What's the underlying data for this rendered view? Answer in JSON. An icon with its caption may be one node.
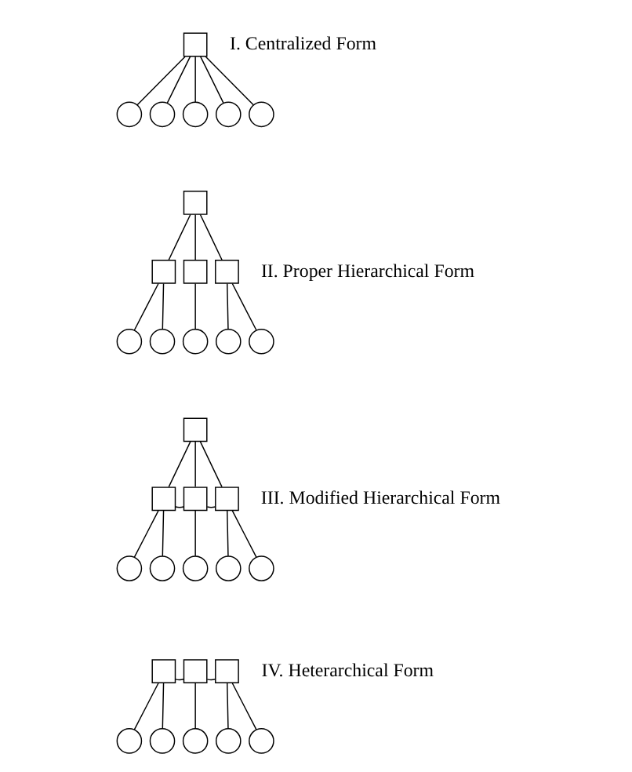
{
  "diagram": {
    "nodes": [
      {
        "text": [],
        "shape": "box"
      },
      {
        "text": [],
        "shape": "circle"
      },
      {
        "text": [],
        "shape": "circle"
      },
      {
        "text": [],
        "shape": "circle"
      },
      {
        "text": [],
        "shape": "circle"
      },
      {
        "text": [],
        "shape": "circle"
      },
      {
        "text": [],
        "shape": "box"
      },
      {
        "text": [],
        "shape": "box"
      },
      {
        "text": [],
        "shape": "box"
      },
      {
        "text": [],
        "shape": "box"
      },
      {
        "text": [],
        "shape": "circle"
      },
      {
        "text": [],
        "shape": "circle"
      },
      {
        "text": [],
        "shape": "circle"
      },
      {
        "text": [],
        "shape": "circle"
      },
      {
        "text": [],
        "shape": "circle"
      },
      {
        "text": [],
        "shape": "box"
      },
      {
        "text": [],
        "shape": "box"
      },
      {
        "text": [],
        "shape": "box"
      },
      {
        "text": [],
        "shape": "box"
      },
      {
        "text": [],
        "shape": "circle"
      },
      {
        "text": [],
        "shape": "circle"
      },
      {
        "text": [],
        "shape": "circle"
      },
      {
        "text": [],
        "shape": "circle"
      },
      {
        "text": [],
        "shape": "circle"
      },
      {
        "text": [],
        "shape": "box"
      },
      {
        "text": [],
        "shape": "box"
      },
      {
        "text": [],
        "shape": "box"
      },
      {
        "text": [],
        "shape": "circle"
      },
      {
        "text": [],
        "shape": "circle"
      },
      {
        "text": [],
        "shape": "circle"
      },
      {
        "text": [],
        "shape": "circle"
      },
      {
        "text": [],
        "shape": "circle"
      }
    ],
    "edges": [
      {
        "from": 0,
        "to": 1,
        "arrow": "none"
      },
      {
        "from": 0,
        "to": 2,
        "arrow": "none"
      },
      {
        "from": 0,
        "to": 3,
        "arrow": "none"
      },
      {
        "from": 0,
        "to": 4,
        "arrow": "none"
      },
      {
        "from": 0,
        "to": 5,
        "arrow": "none"
      },
      {
        "from": 6,
        "to": 7,
        "arrow": "none"
      },
      {
        "from": 6,
        "to": 8,
        "arrow": "none"
      },
      {
        "from": 6,
        "to": 9,
        "arrow": "none"
      },
      {
        "from": 7,
        "to": 10,
        "arrow": "none"
      },
      {
        "from": 7,
        "to": 11,
        "arrow": "none"
      },
      {
        "from": 8,
        "to": 12,
        "arrow": "none"
      },
      {
        "from": 9,
        "to": 13,
        "arrow": "none"
      },
      {
        "from": 9,
        "to": 14,
        "arrow": "none"
      },
      {
        "from": 15,
        "to": 16,
        "arrow": "none"
      },
      {
        "from": 15,
        "to": 17,
        "arrow": "none"
      },
      {
        "from": 15,
        "to": 18,
        "arrow": "none"
      },
      {
        "from": 16,
        "to": 17,
        "arrow": "none"
      },
      {
        "from": 17,
        "to": 18,
        "arrow": "none"
      },
      {
        "from": 16,
        "to": 19,
        "arrow": "none"
      },
      {
        "from": 16,
        "to": 20,
        "arrow": "none"
      },
      {
        "from": 17,
        "to": 21,
        "arrow": "none"
      },
      {
        "from": 18,
        "to": 22,
        "arrow": "none"
      },
      {
        "from": 18,
        "to": 23,
        "arrow": "none"
      },
      {
        "from": 24,
        "to": 25,
        "arrow": "none"
      },
      {
        "from": 25,
        "to": 26,
        "arrow": "none"
      },
      {
        "from": 24,
        "to": 27,
        "arrow": "none"
      },
      {
        "from": 24,
        "to": 28,
        "arrow": "none"
      },
      {
        "from": 25,
        "to": 29,
        "arrow": "none"
      },
      {
        "from": 26,
        "to": 30,
        "arrow": "none"
      },
      {
        "from": 26,
        "to": 31,
        "arrow": "none"
      }
    ],
    "labels": [
      "I. Centralized Form",
      "II. Proper Hierarchical Form",
      "III. Modified Hierarchical Form",
      "IV. Heterarchical Form"
    ]
  }
}
